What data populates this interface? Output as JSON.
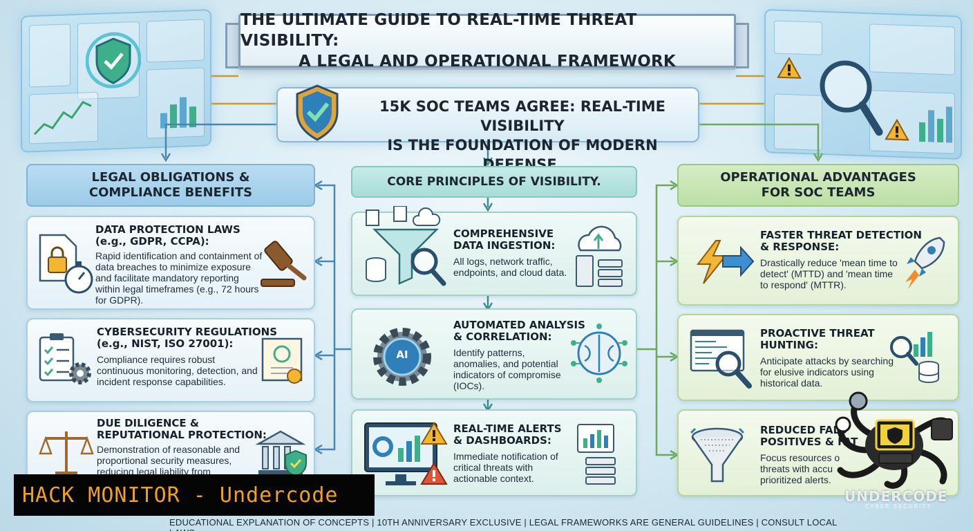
{
  "title": {
    "line1": "THE ULTIMATE GUIDE TO REAL-TIME THREAT VISIBILITY:",
    "line2": "A LEGAL AND OPERATIONAL FRAMEWORK"
  },
  "subtitle": {
    "line1": "15K SOC TEAMS AGREE: REAL-TIME VISIBILITY",
    "line2": "IS THE FOUNDATION OF MODERN DEFENSE."
  },
  "left": {
    "header_line1": "LEGAL OBLIGATIONS &",
    "header_line2": "COMPLIANCE BENEFITS",
    "cards": [
      {
        "title_line1": "DATA PROTECTION LAWS",
        "title_line2": "(e.g., GDPR, CCPA):",
        "body": "Rapid identification and containment of data breaches to minimize exposure and facilitate mandatory reporting within legal timeframes (e.g., 72 hours for GDPR).",
        "icons": [
          "locked-document-icon",
          "stopwatch-icon",
          "gavel-icon"
        ]
      },
      {
        "title_line1": "CYBERSECURITY REGULATIONS",
        "title_line2": "(e.g., NIST, ISO 27001):",
        "body": "Compliance requires robust continuous monitoring, detection, and incident response capabilities.",
        "icons": [
          "checklist-clipboard-icon",
          "gear-icon",
          "certificate-icon"
        ]
      },
      {
        "title_line1": "DUE DILIGENCE &",
        "title_line2": "REPUTATIONAL PROTECTION:",
        "body": "Demonstration of reasonable and proportional security measures, reducing legal liability from",
        "icons": [
          "scales-icon",
          "courthouse-icon",
          "shield-check-icon"
        ]
      }
    ]
  },
  "middle": {
    "header": "CORE PRINCIPLES OF VISIBILITY.",
    "cards": [
      {
        "title_line1": "COMPREHENSIVE",
        "title_line2": "DATA INGESTION:",
        "body": "All logs, network traffic, endpoints, and cloud data.",
        "icons": [
          "funnel-icon",
          "magnifier-icon",
          "cloud-upload-icon",
          "server-icon"
        ]
      },
      {
        "title_line1": "AUTOMATED ANALYSIS",
        "title_line2": "& CORRELATION:",
        "body": "Identify patterns, anomalies, and potential indicators of compromise (IOCs).",
        "icons": [
          "ai-gear-icon",
          "brain-network-icon"
        ],
        "ai_label": "AI"
      },
      {
        "title_line1": "REAL-TIME ALERTS",
        "title_line2": "& DASHBOARDS:",
        "body": "Immediate notification of critical threats with actionable context.",
        "icons": [
          "dashboard-monitor-icon",
          "warning-icon",
          "bar-chart-icon",
          "server-icon"
        ]
      }
    ]
  },
  "right": {
    "header_line1": "OPERATIONAL ADVANTAGES",
    "header_line2": "FOR SOC TEAMS",
    "cards": [
      {
        "title_line1": "FASTER THREAT DETECTION",
        "title_line2": "& RESPONSE:",
        "body": "Drastically reduce 'mean time to detect' (MTTD) and 'mean time to respond' (MTTR).",
        "icons": [
          "lightning-arrow-icon",
          "rocket-icon"
        ]
      },
      {
        "title_line1": "PROACTIVE THREAT",
        "title_line2": "HUNTING:",
        "body": "Anticipate attacks by searching for elusive indicators using historical data.",
        "icons": [
          "code-window-magnifier-icon",
          "chart-magnifier-icon",
          "database-icon"
        ]
      },
      {
        "title_line1": "REDUCED FALS",
        "title_line2": "POSITIVES & FAT",
        "body": "Focus resources o  threats with accu  prioritized alerts.",
        "icons": [
          "sieve-funnel-icon"
        ]
      }
    ]
  },
  "overlay_label": "HACK MONITOR - Undercode",
  "footer": "EDUCATIONAL EXPLANATION OF CONCEPTS | 10TH ANNIVERSARY EXCLUSIVE | LEGAL FRAMEWORKS ARE GENERAL GUIDELINES | CONSULT LOCAL LAWS",
  "brand": {
    "name": "UNDERCODE",
    "tagline": "CYBER SECURITY"
  },
  "colors": {
    "left_header": "#9ccbe8",
    "middle_header": "#a8dcd6",
    "right_header": "#bddfa6",
    "overlay_bg": "#050505",
    "overlay_text": "#f0a020",
    "connector_blue": "#4a86b0",
    "connector_teal": "#3f8c90",
    "connector_green": "#6fa85a",
    "warning": "#f2b632"
  }
}
